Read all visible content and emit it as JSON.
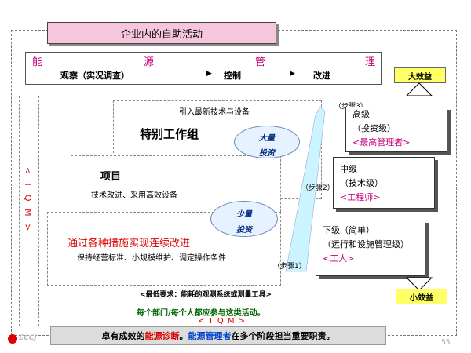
{
  "title": "企业内的自助活动",
  "energy_mgmt": {
    "chars": [
      "能",
      "源",
      "管",
      "理"
    ]
  },
  "stages": [
    "观察（实况调查）",
    "控制",
    "改进"
  ],
  "tqm_side": "< T Q M >",
  "special_group": {
    "top_text": "引入最新技术与设备",
    "title": "特别工作组"
  },
  "project": {
    "title": "项目",
    "desc": "技术改进、采用高效设备"
  },
  "continuous": {
    "title": "通过各种措施实现连续改进",
    "desc": "保持经营标准、小规模维护、调定操作条件"
  },
  "ellipse_large": {
    "line1": "大量",
    "line2": "投资"
  },
  "ellipse_small": {
    "line1": "少量",
    "line2": "投资"
  },
  "steps": [
    "（步骤3）",
    "（步骤2）",
    "（步骤1）"
  ],
  "levels": [
    {
      "title": "高级",
      "sub": "（投资级）",
      "role": "<最高管理者>"
    },
    {
      "title": "中级",
      "sub": "（技术级）",
      "role": "<工程师>"
    },
    {
      "title": "下级（简单）",
      "sub": "（运行和设施管理级）",
      "role": "<工人>"
    }
  ],
  "big_benefit": "大效益",
  "small_benefit": "小效益",
  "min_requirement": "<最低要求：能耗的观测系统或测量工具>",
  "everyone": "每个部门/每个人都应参与这类活动。",
  "tqm_bottom": "< T Q M >",
  "bottom_banner": {
    "p1": "卓有成效的",
    "p2": "能源诊断",
    "p3": "。",
    "p4": "能源管理者",
    "p5": "在多个阶段担当重要职责。"
  },
  "logo": "ECCJ",
  "page_number": "55",
  "colors": {
    "pink": "#f6c6dd",
    "magenta": "#c8007a",
    "red": "#d00000",
    "yellow": "#ffff66",
    "green": "#006400",
    "blue": "#0044cc"
  }
}
